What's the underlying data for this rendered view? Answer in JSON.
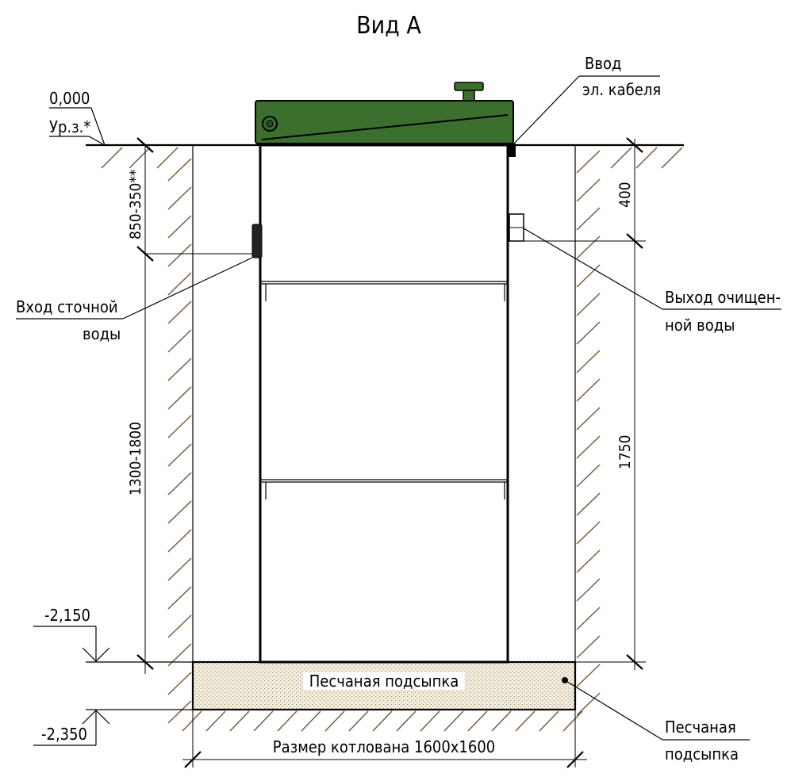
{
  "title": "Вид А",
  "levels": {
    "ground_value": "0,000",
    "ground_label": "Ур.з.*",
    "mid_value": "-2,150",
    "bottom_value": "-2,350"
  },
  "dimensions": {
    "top_left": "850-350**",
    "top_right": "400",
    "left_height": "1300-1800",
    "right_height": "1750",
    "pit_size": "Размер котлована 1600x1600"
  },
  "labels": {
    "cable_line1": "Ввод",
    "cable_line2": "эл. кабеля",
    "inlet_line1": "Вход сточной",
    "inlet_line2": "воды",
    "outlet_line1": "Выход очищен-",
    "outlet_line2": "ной воды",
    "sand_inside": "Песчаная подсыпка",
    "sand_line1": "Песчаная",
    "sand_line2": "подсыпка"
  },
  "colors": {
    "lid": "#3c6e2e",
    "lid_stroke": "#000000",
    "sand": "#f4eddc",
    "line": "#000000"
  }
}
